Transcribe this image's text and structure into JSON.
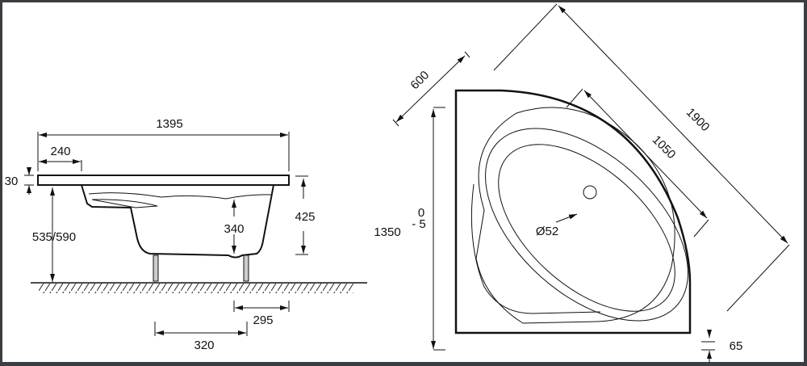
{
  "side_view": {
    "overall_length": "1395",
    "seat_width": "240",
    "rim_thickness": "30",
    "rim_height": "535/590",
    "water_depth": "340",
    "total_depth": "425",
    "leg_offset": "295",
    "leg_spacing": "320"
  },
  "plan_view": {
    "width_600": "600",
    "diagonal": "1900",
    "inner_length": "1050",
    "drain": "Ø52",
    "side_length": "1350",
    "tolerance_upper": "0",
    "tolerance_lower": "- 5",
    "skirt_height": "65"
  }
}
